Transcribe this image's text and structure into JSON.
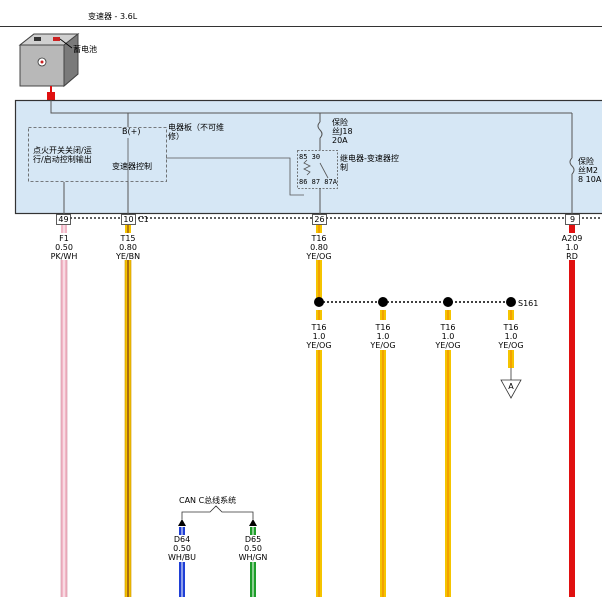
{
  "header": {
    "title": "变速器 - 3.6L"
  },
  "battery": {
    "label": "蓄电池"
  },
  "fusebox": {
    "label_line1": "电器板（不可维",
    "label_line2": "修）",
    "bplus": "B(+)",
    "ign_line1": "点火开关关闭/运",
    "ign_line2": "行/启动控制输出",
    "trans_ctrl": "变速器控制",
    "fuse1_line1": "保险",
    "fuse1_line2": "丝J18",
    "fuse1_line3": "20A",
    "relay_line1": "继电器-变速器控",
    "relay_line2": "制",
    "relay_pins_top": "85   30",
    "relay_pins_bottom": "86 87 87A",
    "fuse2_line1": "保险",
    "fuse2_line2": "丝M2",
    "fuse2_line3": "8  10A"
  },
  "pins": [
    {
      "num": "49"
    },
    {
      "num": "10",
      "connector": "C1"
    },
    {
      "num": "26"
    },
    {
      "num": "9"
    }
  ],
  "wires": [
    {
      "circuit": "F1",
      "gauge": "0.50",
      "color": "PK/WH",
      "stripe_main": "#f2b6c6",
      "stripe_tracer": "#ffffff"
    },
    {
      "circuit": "T15",
      "gauge": "0.80",
      "color": "YE/BN",
      "stripe_main": "#f5c400",
      "stripe_tracer": "#8b4a16"
    },
    {
      "circuit": "T16",
      "gauge": "0.80",
      "color": "YE/OG",
      "stripe_main": "#f5c400",
      "stripe_tracer": "#f08a00"
    },
    {
      "circuit": "A209",
      "gauge": "1.0",
      "color": "RD",
      "stripe_main": "#e01010"
    }
  ],
  "splice": {
    "name": "S161",
    "branches": [
      {
        "circuit": "T16",
        "gauge": "1.0",
        "color": "YE/OG"
      },
      {
        "circuit": "T16",
        "gauge": "1.0",
        "color": "YE/OG"
      },
      {
        "circuit": "T16",
        "gauge": "1.0",
        "color": "YE/OG"
      },
      {
        "circuit": "T16",
        "gauge": "1.0",
        "color": "YE/OG"
      }
    ],
    "offpage_ref": "A"
  },
  "can_bus": {
    "label": "CAN C总线系统",
    "wires": [
      {
        "circuit": "D64",
        "gauge": "0.50",
        "color": "WH/BU",
        "stripe_main": "#1f3fd6"
      },
      {
        "circuit": "D65",
        "gauge": "0.50",
        "color": "WH/GN",
        "stripe_main": "#1e9e2a"
      }
    ]
  },
  "colors": {
    "fusebox_fill": "#d6e7f5",
    "yellow": "#f5c400",
    "orange_tracer": "#f08a00",
    "red": "#e01010"
  }
}
